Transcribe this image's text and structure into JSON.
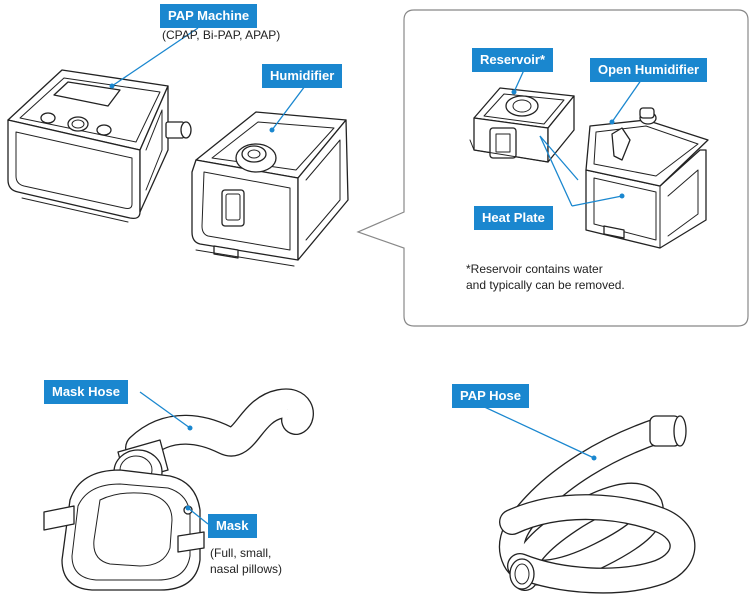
{
  "labels": {
    "pap_machine": "PAP Machine",
    "pap_machine_sub": "(CPAP, Bi-PAP, APAP)",
    "humidifier": "Humidifier",
    "reservoir": "Reservoir*",
    "open_humidifier": "Open Humidifier",
    "heat_plate": "Heat Plate",
    "note_line1": "*Reservoir contains water",
    "note_line2": "and typically can be removed.",
    "mask_hose": "Mask Hose",
    "mask": "Mask",
    "mask_sub_line1": "(Full, small,",
    "mask_sub_line2": "nasal pillows)",
    "pap_hose": "PAP Hose"
  },
  "colors": {
    "label_bg": "#1a87cf",
    "label_text": "#ffffff",
    "line": "#222222",
    "callout_border": "#888888"
  }
}
